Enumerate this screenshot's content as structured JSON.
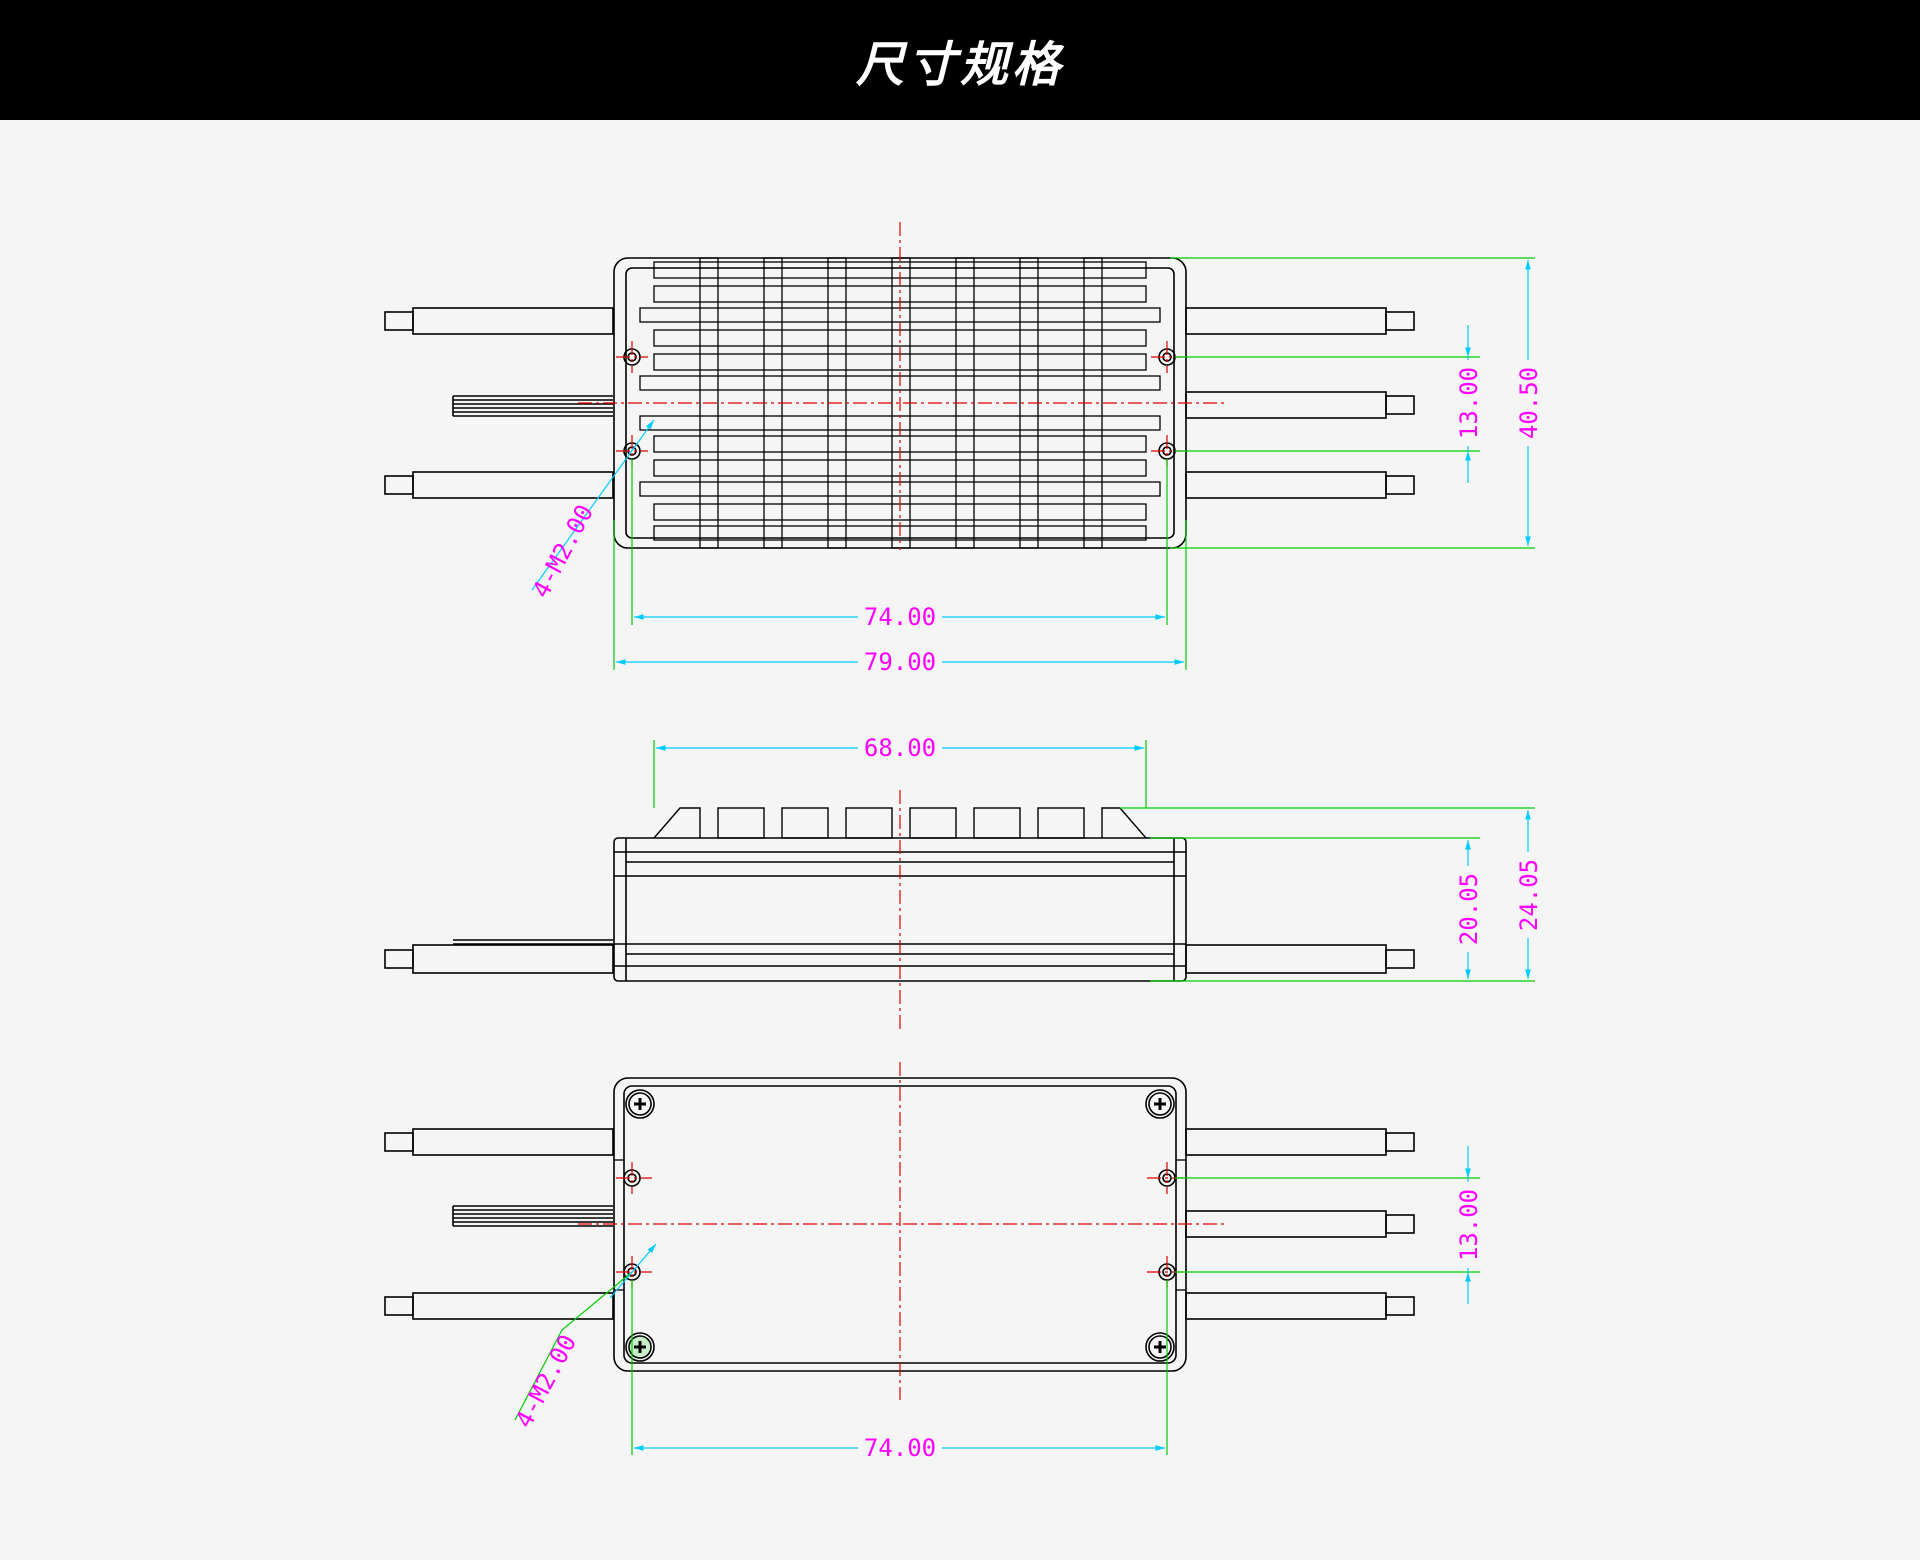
{
  "header": {
    "title": "尺寸规格"
  },
  "colors": {
    "background": "#f5f5f5",
    "outline": "#000000",
    "extension_line": "#00cc00",
    "dimension_line": "#00ccff",
    "dimension_text": "#ff00ff",
    "center_line": "#e00000"
  },
  "top_view": {
    "dim_length_holes": "74.00",
    "dim_length_overall": "79.00",
    "dim_hole_spacing": "13.00",
    "dim_width_overall": "40.50",
    "dim_holes": "4-M2.00"
  },
  "side_view": {
    "dim_fin_span": "68.00",
    "dim_body_height": "20.05",
    "dim_total_height": "24.05"
  },
  "bottom_view": {
    "dim_length_holes": "74.00",
    "dim_hole_spacing": "13.00",
    "dim_holes": "4-M2.00"
  }
}
